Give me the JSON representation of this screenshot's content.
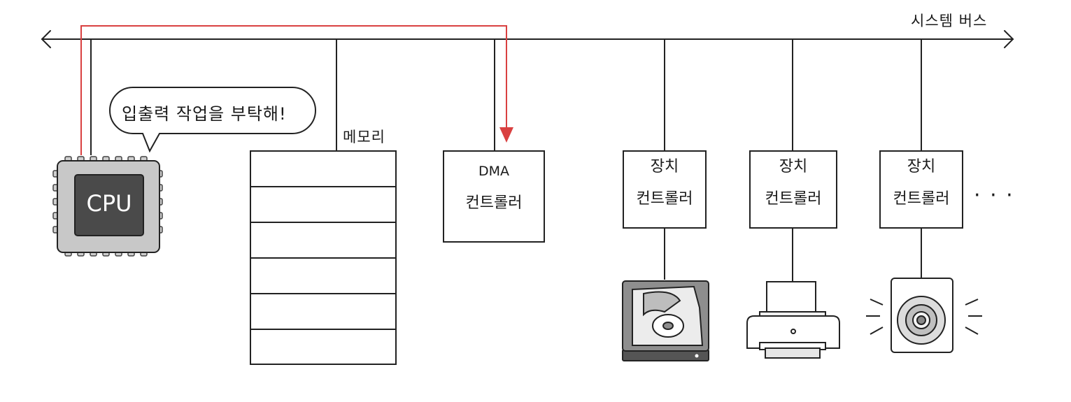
{
  "bus": {
    "label": "시스템 버스"
  },
  "cpu": {
    "label": "CPU",
    "speech": "입출력 작업을 부탁해!"
  },
  "memory": {
    "label": "메모리",
    "slots": 6
  },
  "dma_controller": {
    "line1": "DMA",
    "line2": "컨트롤러"
  },
  "device_controllers": [
    {
      "line1": "장치",
      "line2": "컨트롤러",
      "device": "hard-disk"
    },
    {
      "line1": "장치",
      "line2": "컨트롤러",
      "device": "printer"
    },
    {
      "line1": "장치",
      "line2": "컨트롤러",
      "device": "speaker"
    }
  ],
  "more_indicator": "· · ·",
  "colors": {
    "line": "#222222",
    "request_arrow": "#d94040",
    "cpu_body": "#c8c8c8",
    "cpu_core": "#4a4a4a"
  }
}
